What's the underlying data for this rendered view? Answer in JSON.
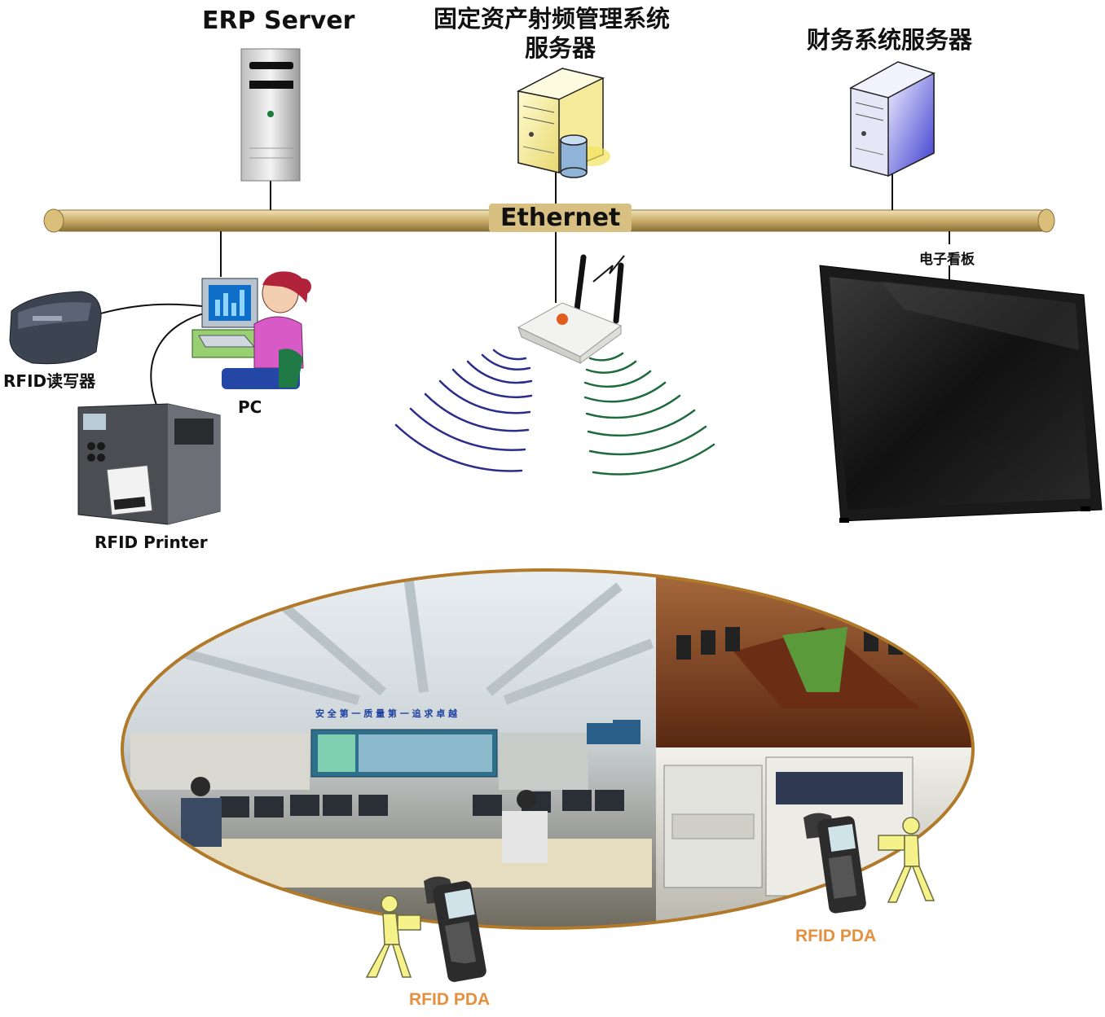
{
  "labels": {
    "erp_server": "ERP Server",
    "rfid_server_line1": "固定资产射频管理系统",
    "rfid_server_line2": "服务器",
    "finance_server": "财务系统服务器",
    "ethernet": "Ethernet",
    "e_board": "电子看板",
    "rfid_reader": "RFID读写器",
    "pc": "PC",
    "rfid_printer": "RFID Printer",
    "pda_left": "RFID PDA",
    "pda_right": "RFID PDA"
  },
  "control_room_banner": "安 全 第 一 质 量 第 一 追 求 卓 越",
  "colors": {
    "bus": "#c9ad6a",
    "ellipse_border": "#b07a2a",
    "wave_blue": "#2c2c8a",
    "wave_green": "#1f6b3d",
    "pda_label": "#e3913f"
  }
}
